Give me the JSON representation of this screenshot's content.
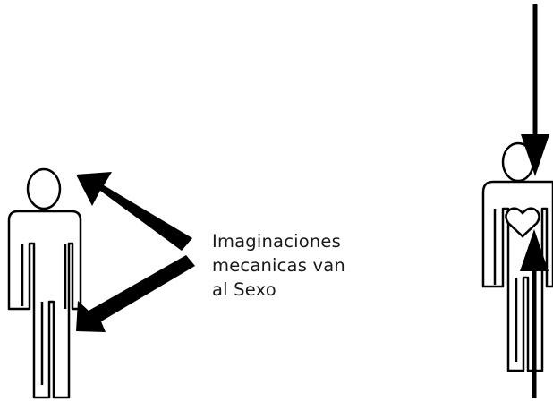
{
  "caption": {
    "lines": [
      "Imaginaciones",
      "mecanicas van",
      "al Sexo"
    ]
  },
  "colors": {
    "background": "#ffffff",
    "ink": "#000000",
    "text": "#1a1a1a"
  },
  "figures": {
    "left": {
      "icon": "person-outline-icon"
    },
    "right": {
      "icon": "person-outline-icon",
      "chest_symbol": "heart-icon"
    }
  }
}
